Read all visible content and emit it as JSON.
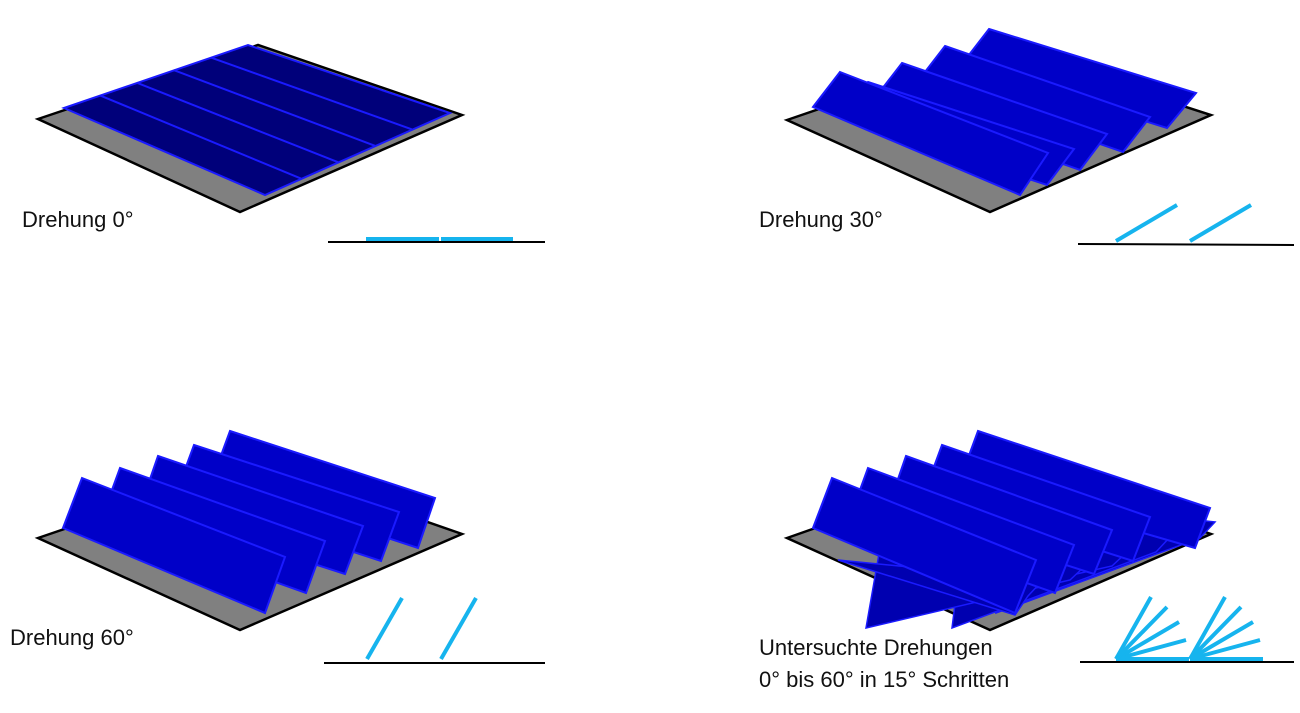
{
  "figure": {
    "panels": [
      {
        "id": "rot-0",
        "label": "Drehung 0°",
        "rotation_deg": 0
      },
      {
        "id": "rot-30",
        "label": "Drehung 30°",
        "rotation_deg": 30
      },
      {
        "id": "rot-60",
        "label": "Drehung 60°",
        "rotation_deg": 60
      },
      {
        "id": "rot-sweep",
        "label_line1": "Untersuchte Drehungen",
        "label_line2": "0° bis 60° in 15° Schritten",
        "rotations_deg": [
          0,
          15,
          30,
          45,
          60
        ]
      }
    ],
    "rows_per_array": 5,
    "colors": {
      "ground": "#808080",
      "ground_edge": "#000000",
      "panel_flat": "#00007a",
      "panel_tilted": "#0000c8",
      "panel_edge": "#1a1aff",
      "profile_line": "#16b4ee",
      "baseline": "#000000"
    }
  }
}
